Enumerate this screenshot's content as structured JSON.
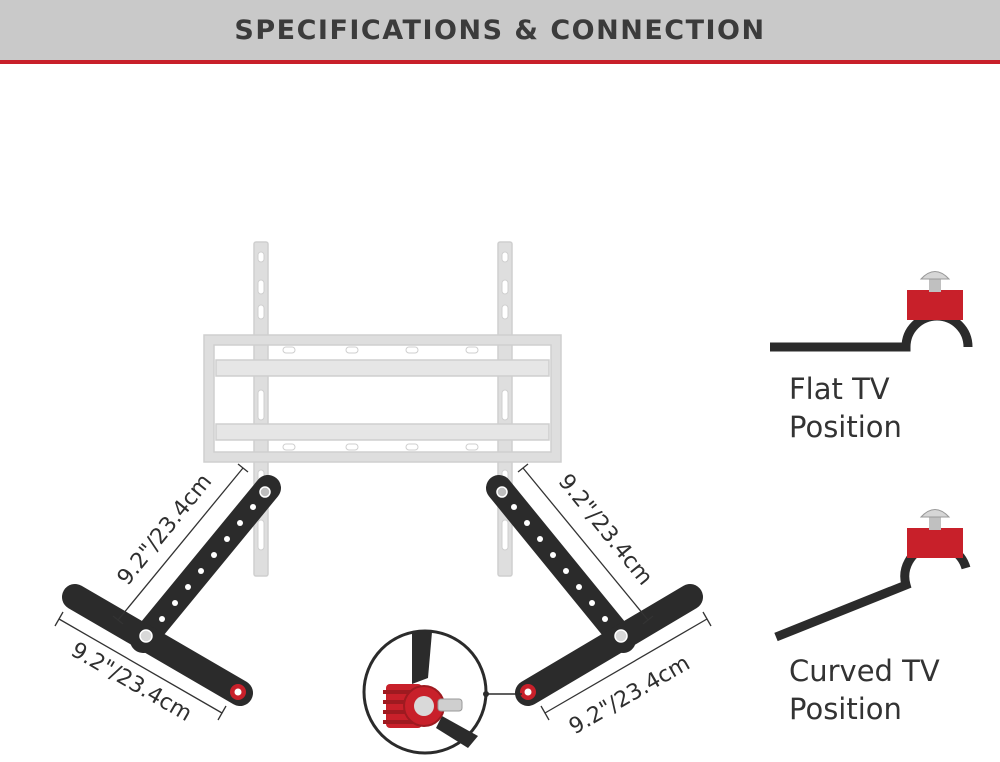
{
  "header": {
    "title": "SPECIFICATIONS & CONNECTION"
  },
  "dimensions": {
    "left_arm_length": "9.2\"/23.4cm",
    "left_crossbar_length": "9.2\"/23.4cm",
    "right_arm_length": "9.2\"/23.4cm",
    "right_crossbar_length": "9.2\"/23.4cm"
  },
  "positions": {
    "flat": {
      "line1": "Flat TV",
      "line2": "Position"
    },
    "curved": {
      "line1": "Curved TV",
      "line2": "Position"
    }
  },
  "colors": {
    "accent": "#c8202a",
    "bracket": "#2b2b2b",
    "mount_ghost": "#dcdcdc",
    "header_bg": "#c9c9c9"
  }
}
